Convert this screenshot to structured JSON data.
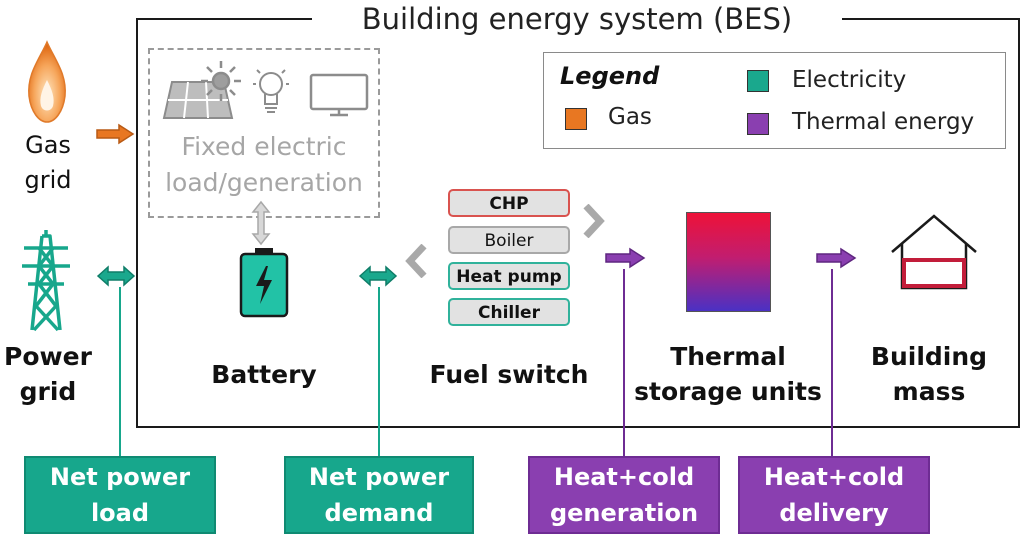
{
  "diagram": {
    "title": "Building energy system (BES)",
    "legend": {
      "title": "Legend",
      "items": [
        {
          "label": "Gas",
          "color": "#e87722"
        },
        {
          "label": "Electricity",
          "color": "#1aa88d"
        },
        {
          "label": "Thermal energy",
          "color": "#8a3fb0"
        }
      ]
    },
    "external": {
      "gas_grid": [
        "Gas",
        "grid"
      ],
      "power_grid": [
        "Power",
        "grid"
      ]
    },
    "fixed_load": [
      "Fixed electric",
      "load/generation"
    ],
    "battery": "Battery",
    "fuel_switch": {
      "label": "Fuel switch",
      "technologies": [
        "CHP",
        "Boiler",
        "Heat pump",
        "Chiller"
      ]
    },
    "thermal_storage": [
      "Thermal",
      "storage units"
    ],
    "building_mass": [
      "Building",
      "mass"
    ],
    "callouts": {
      "net_power_load": [
        "Net power",
        "load"
      ],
      "net_power_demand": [
        "Net power",
        "demand"
      ],
      "heat_cold_generation": [
        "Heat+cold",
        "generation"
      ],
      "heat_cold_delivery": [
        "Heat+cold",
        "delivery"
      ]
    },
    "icons": [
      "flame-icon",
      "power-tower-icon",
      "solar-panel-icon",
      "sun-icon",
      "light-bulb-icon",
      "monitor-icon",
      "battery-icon",
      "house-icon"
    ]
  }
}
